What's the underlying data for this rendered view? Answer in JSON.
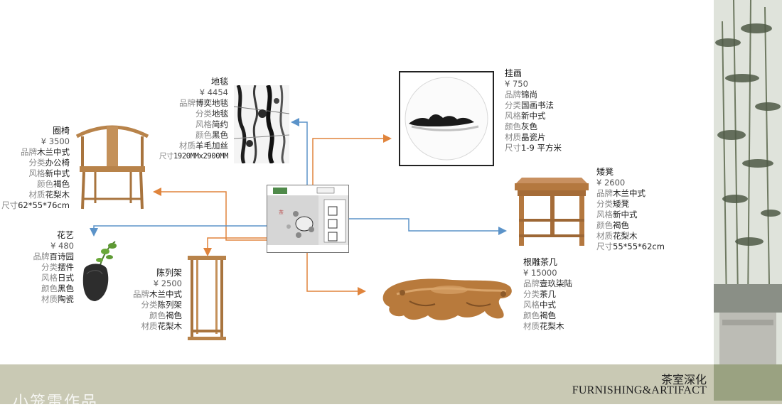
{
  "items": {
    "chair": {
      "title": "圈椅",
      "price": "¥ 3500",
      "lines": [
        {
          "label": "品牌",
          "value": "木兰中式"
        },
        {
          "label": "分类",
          "value": "办公椅"
        },
        {
          "label": "风格",
          "value": "新中式"
        },
        {
          "label": "颜色",
          "value": "褐色"
        },
        {
          "label": "材质",
          "value": "花梨木"
        },
        {
          "label": "尺寸",
          "value": "62*55*76cm"
        }
      ]
    },
    "rug": {
      "title": "地毯",
      "price": "¥ 4454",
      "lines": [
        {
          "label": "品牌",
          "value": "博奕地毯"
        },
        {
          "label": "分类",
          "value": "地毯"
        },
        {
          "label": "风格",
          "value": "简约"
        },
        {
          "label": "颜色",
          "value": "黑色"
        },
        {
          "label": "材质",
          "value": "羊毛加丝"
        },
        {
          "label": "尺寸",
          "value": "1920MMx2900MM"
        }
      ]
    },
    "painting": {
      "title": "挂画",
      "price": "¥ 750",
      "lines": [
        {
          "label": "品牌",
          "value": "锦尚"
        },
        {
          "label": "分类",
          "value": "国画书法"
        },
        {
          "label": "风格",
          "value": "新中式"
        },
        {
          "label": "颜色",
          "value": "灰色"
        },
        {
          "label": "材质",
          "value": "晶瓷片"
        },
        {
          "label": "尺寸",
          "value": "1-9 平方米"
        }
      ]
    },
    "stool": {
      "title": "矮凳",
      "price": "¥ 2600",
      "lines": [
        {
          "label": "品牌",
          "value": "木兰中式"
        },
        {
          "label": "分类",
          "value": "矮凳"
        },
        {
          "label": "风格",
          "value": "新中式"
        },
        {
          "label": "颜色",
          "value": "褐色"
        },
        {
          "label": "材质",
          "value": "花梨木"
        },
        {
          "label": "尺寸",
          "value": "55*55*62cm"
        }
      ]
    },
    "plant": {
      "title": "花艺",
      "price": "¥ 480",
      "lines": [
        {
          "label": "品牌",
          "value": "百诗园"
        },
        {
          "label": "分类",
          "value": "摆件"
        },
        {
          "label": "风格",
          "value": "日式"
        },
        {
          "label": "颜色",
          "value": "黑色"
        },
        {
          "label": "材质",
          "value": "陶瓷"
        }
      ]
    },
    "shelf": {
      "title": "陈列架",
      "price": "¥ 2500",
      "lines": [
        {
          "label": "品牌",
          "value": "木兰中式"
        },
        {
          "label": "分类",
          "value": "陈列架"
        },
        {
          "label": "颜色",
          "value": "褐色"
        },
        {
          "label": "材质",
          "value": "花梨木"
        }
      ]
    },
    "roottable": {
      "title": "根雕茶几",
      "price": "¥ 15000",
      "lines": [
        {
          "label": "品牌",
          "value": "壹玖柒陆"
        },
        {
          "label": "分类",
          "value": "茶几"
        },
        {
          "label": "风格",
          "value": "中式"
        },
        {
          "label": "颜色",
          "value": "褐色"
        },
        {
          "label": "材质",
          "value": "花梨木"
        }
      ]
    }
  },
  "footer": {
    "title": "茶室深化",
    "subtitle": "FURNISHING&ARTIFACT",
    "watermark": "小笼雷作品"
  },
  "colors": {
    "orange_line": "#e0843c",
    "blue_line": "#5b93c9",
    "footer_band": "#c9c9b4",
    "footer_accent": "#9aa281",
    "wood": "#b8834a"
  }
}
